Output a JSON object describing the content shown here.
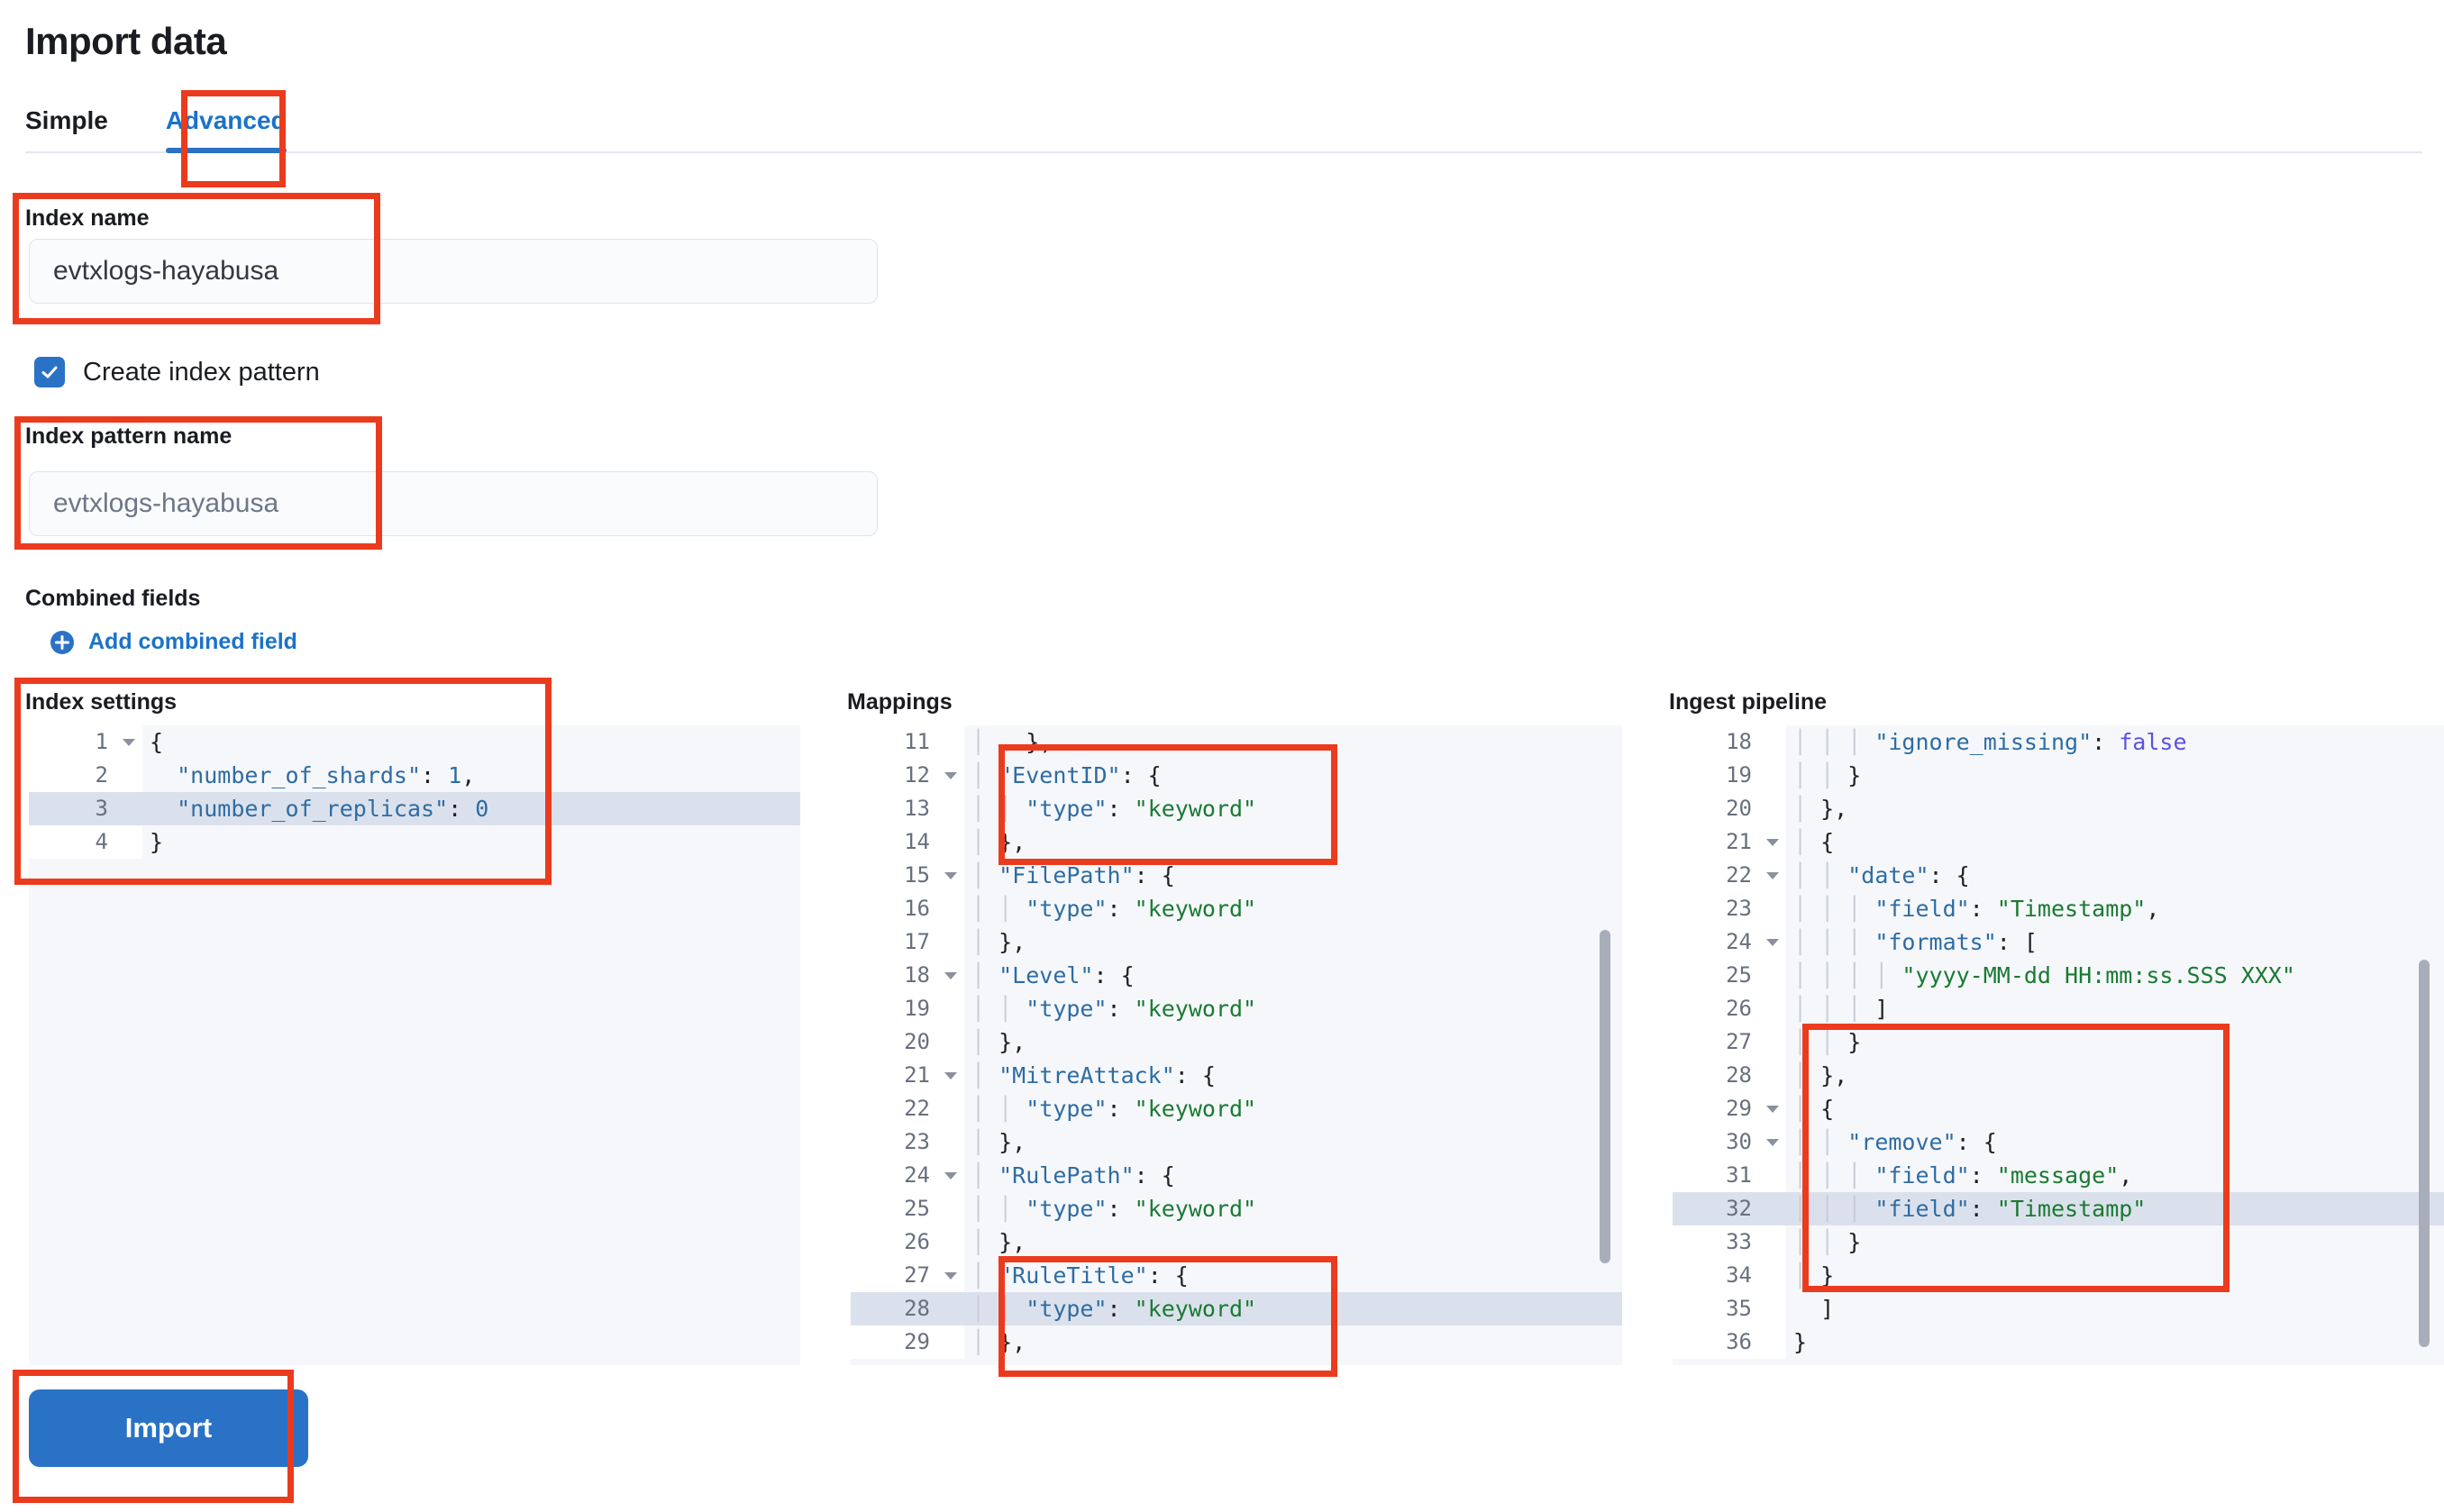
{
  "header": {
    "title": "Import data"
  },
  "tabs": [
    {
      "label": "Simple",
      "active": false
    },
    {
      "label": "Advanced",
      "active": true
    }
  ],
  "index_name": {
    "label": "Index name",
    "value": "evtxlogs-hayabusa"
  },
  "create_index_pattern": {
    "label": "Create index pattern",
    "checked": true,
    "icon": "check-icon"
  },
  "index_pattern_name": {
    "label": "Index pattern name",
    "value": "evtxlogs-hayabusa"
  },
  "combined_fields": {
    "label": "Combined fields",
    "add_label": "Add combined field",
    "add_icon": "plus-circle-icon"
  },
  "index_settings": {
    "title": "Index settings",
    "lines": [
      {
        "num": "1",
        "fold": true,
        "hl": false,
        "tokens": [
          [
            "p",
            "{"
          ]
        ]
      },
      {
        "num": "2",
        "fold": false,
        "hl": false,
        "tokens": [
          [
            "p",
            "  "
          ],
          [
            "k",
            "\"number_of_shards\""
          ],
          [
            "p",
            ": "
          ],
          [
            "k",
            "1"
          ],
          [
            "p",
            ","
          ]
        ]
      },
      {
        "num": "3",
        "fold": false,
        "hl": true,
        "tokens": [
          [
            "p",
            "  "
          ],
          [
            "k",
            "\"number_of_replicas\""
          ],
          [
            "p",
            ": "
          ],
          [
            "k",
            "0"
          ]
        ]
      },
      {
        "num": "4",
        "fold": false,
        "hl": false,
        "tokens": [
          [
            "p",
            "}"
          ]
        ]
      }
    ]
  },
  "mappings": {
    "title": "Mappings",
    "lines": [
      {
        "num": "11",
        "fold": false,
        "hl": false,
        "tokens": [
          [
            "g",
            "│ "
          ],
          [
            "p",
            "  },"
          ]
        ]
      },
      {
        "num": "12",
        "fold": true,
        "hl": false,
        "tokens": [
          [
            "g",
            "│ "
          ],
          [
            "k",
            "\"EventID\""
          ],
          [
            "p",
            ": {"
          ]
        ]
      },
      {
        "num": "13",
        "fold": false,
        "hl": false,
        "tokens": [
          [
            "g",
            "│ │ "
          ],
          [
            "k",
            "\"type\""
          ],
          [
            "p",
            ": "
          ],
          [
            "s",
            "\"keyword\""
          ]
        ]
      },
      {
        "num": "14",
        "fold": false,
        "hl": false,
        "tokens": [
          [
            "g",
            "│ "
          ],
          [
            "p",
            "},"
          ]
        ]
      },
      {
        "num": "15",
        "fold": true,
        "hl": false,
        "tokens": [
          [
            "g",
            "│ "
          ],
          [
            "k",
            "\"FilePath\""
          ],
          [
            "p",
            ": {"
          ]
        ]
      },
      {
        "num": "16",
        "fold": false,
        "hl": false,
        "tokens": [
          [
            "g",
            "│ │ "
          ],
          [
            "k",
            "\"type\""
          ],
          [
            "p",
            ": "
          ],
          [
            "s",
            "\"keyword\""
          ]
        ]
      },
      {
        "num": "17",
        "fold": false,
        "hl": false,
        "tokens": [
          [
            "g",
            "│ "
          ],
          [
            "p",
            "},"
          ]
        ]
      },
      {
        "num": "18",
        "fold": true,
        "hl": false,
        "tokens": [
          [
            "g",
            "│ "
          ],
          [
            "k",
            "\"Level\""
          ],
          [
            "p",
            ": {"
          ]
        ]
      },
      {
        "num": "19",
        "fold": false,
        "hl": false,
        "tokens": [
          [
            "g",
            "│ │ "
          ],
          [
            "k",
            "\"type\""
          ],
          [
            "p",
            ": "
          ],
          [
            "s",
            "\"keyword\""
          ]
        ]
      },
      {
        "num": "20",
        "fold": false,
        "hl": false,
        "tokens": [
          [
            "g",
            "│ "
          ],
          [
            "p",
            "},"
          ]
        ]
      },
      {
        "num": "21",
        "fold": true,
        "hl": false,
        "tokens": [
          [
            "g",
            "│ "
          ],
          [
            "k",
            "\"MitreAttack\""
          ],
          [
            "p",
            ": {"
          ]
        ]
      },
      {
        "num": "22",
        "fold": false,
        "hl": false,
        "tokens": [
          [
            "g",
            "│ │ "
          ],
          [
            "k",
            "\"type\""
          ],
          [
            "p",
            ": "
          ],
          [
            "s",
            "\"keyword\""
          ]
        ]
      },
      {
        "num": "23",
        "fold": false,
        "hl": false,
        "tokens": [
          [
            "g",
            "│ "
          ],
          [
            "p",
            "},"
          ]
        ]
      },
      {
        "num": "24",
        "fold": true,
        "hl": false,
        "tokens": [
          [
            "g",
            "│ "
          ],
          [
            "k",
            "\"RulePath\""
          ],
          [
            "p",
            ": {"
          ]
        ]
      },
      {
        "num": "25",
        "fold": false,
        "hl": false,
        "tokens": [
          [
            "g",
            "│ │ "
          ],
          [
            "k",
            "\"type\""
          ],
          [
            "p",
            ": "
          ],
          [
            "s",
            "\"keyword\""
          ]
        ]
      },
      {
        "num": "26",
        "fold": false,
        "hl": false,
        "tokens": [
          [
            "g",
            "│ "
          ],
          [
            "p",
            "},"
          ]
        ]
      },
      {
        "num": "27",
        "fold": true,
        "hl": false,
        "tokens": [
          [
            "g",
            "│ "
          ],
          [
            "k",
            "\"RuleTitle\""
          ],
          [
            "p",
            ": {"
          ]
        ]
      },
      {
        "num": "28",
        "fold": false,
        "hl": true,
        "tokens": [
          [
            "g",
            "│ │ "
          ],
          [
            "k",
            "\"type\""
          ],
          [
            "p",
            ": "
          ],
          [
            "s",
            "\"keyword\""
          ]
        ]
      },
      {
        "num": "29",
        "fold": false,
        "hl": false,
        "tokens": [
          [
            "g",
            "│ "
          ],
          [
            "p",
            "},"
          ]
        ]
      }
    ]
  },
  "ingest_pipeline": {
    "title": "Ingest pipeline",
    "lines": [
      {
        "num": "18",
        "fold": false,
        "hl": false,
        "tokens": [
          [
            "g",
            "│ │ │ "
          ],
          [
            "k",
            "\"ignore_missing\""
          ],
          [
            "p",
            ": "
          ],
          [
            "b",
            "false"
          ]
        ]
      },
      {
        "num": "19",
        "fold": false,
        "hl": false,
        "tokens": [
          [
            "g",
            "│ │ "
          ],
          [
            "p",
            "}"
          ]
        ]
      },
      {
        "num": "20",
        "fold": false,
        "hl": false,
        "tokens": [
          [
            "g",
            "│ "
          ],
          [
            "p",
            "},"
          ]
        ]
      },
      {
        "num": "21",
        "fold": true,
        "hl": false,
        "tokens": [
          [
            "g",
            "│ "
          ],
          [
            "p",
            "{"
          ]
        ]
      },
      {
        "num": "22",
        "fold": true,
        "hl": false,
        "tokens": [
          [
            "g",
            "│ │ "
          ],
          [
            "k",
            "\"date\""
          ],
          [
            "p",
            ": {"
          ]
        ]
      },
      {
        "num": "23",
        "fold": false,
        "hl": false,
        "tokens": [
          [
            "g",
            "│ │ │ "
          ],
          [
            "k",
            "\"field\""
          ],
          [
            "p",
            ": "
          ],
          [
            "s",
            "\"Timestamp\""
          ],
          [
            "p",
            ","
          ]
        ]
      },
      {
        "num": "24",
        "fold": true,
        "hl": false,
        "tokens": [
          [
            "g",
            "│ │ │ "
          ],
          [
            "k",
            "\"formats\""
          ],
          [
            "p",
            ": ["
          ]
        ]
      },
      {
        "num": "25",
        "fold": false,
        "hl": false,
        "tokens": [
          [
            "g",
            "│ │ │ │ "
          ],
          [
            "s",
            "\"yyyy-MM-dd HH:mm:ss.SSS XXX\""
          ]
        ]
      },
      {
        "num": "26",
        "fold": false,
        "hl": false,
        "tokens": [
          [
            "g",
            "│ │ │ "
          ],
          [
            "p",
            "]"
          ]
        ]
      },
      {
        "num": "27",
        "fold": false,
        "hl": false,
        "tokens": [
          [
            "g",
            "│ │ "
          ],
          [
            "p",
            "}"
          ]
        ]
      },
      {
        "num": "28",
        "fold": false,
        "hl": false,
        "tokens": [
          [
            "g",
            "│ "
          ],
          [
            "p",
            "},"
          ]
        ]
      },
      {
        "num": "29",
        "fold": true,
        "hl": false,
        "tokens": [
          [
            "g",
            "│ "
          ],
          [
            "p",
            "{"
          ]
        ]
      },
      {
        "num": "30",
        "fold": true,
        "hl": false,
        "tokens": [
          [
            "g",
            "│ │ "
          ],
          [
            "k",
            "\"remove\""
          ],
          [
            "p",
            ": {"
          ]
        ]
      },
      {
        "num": "31",
        "fold": false,
        "hl": false,
        "tokens": [
          [
            "g",
            "│ │ │ "
          ],
          [
            "k",
            "\"field\""
          ],
          [
            "p",
            ": "
          ],
          [
            "s",
            "\"message\""
          ],
          [
            "p",
            ","
          ]
        ]
      },
      {
        "num": "32",
        "fold": false,
        "hl": true,
        "tokens": [
          [
            "g",
            "│ │ │ "
          ],
          [
            "k",
            "\"field\""
          ],
          [
            "p",
            ": "
          ],
          [
            "s",
            "\"Timestamp\""
          ]
        ]
      },
      {
        "num": "33",
        "fold": false,
        "hl": false,
        "tokens": [
          [
            "g",
            "│ │ "
          ],
          [
            "p",
            "}"
          ]
        ]
      },
      {
        "num": "34",
        "fold": false,
        "hl": false,
        "tokens": [
          [
            "g",
            "│ "
          ],
          [
            "p",
            "}"
          ]
        ]
      },
      {
        "num": "35",
        "fold": false,
        "hl": false,
        "tokens": [
          [
            "p",
            "  ]"
          ]
        ]
      },
      {
        "num": "36",
        "fold": false,
        "hl": false,
        "tokens": [
          [
            "p",
            "}"
          ]
        ]
      }
    ]
  },
  "footer": {
    "import_label": "Import"
  },
  "colors": {
    "accent": "#2a72c5",
    "link": "#1a73c9",
    "annotation": "#eb3b1e",
    "editor_bg": "#f5f7fa",
    "highlight_row": "#dbe1ec",
    "json_key": "#2e6ca3",
    "json_string": "#1a7a32",
    "json_boolean": "#5b52e0"
  }
}
